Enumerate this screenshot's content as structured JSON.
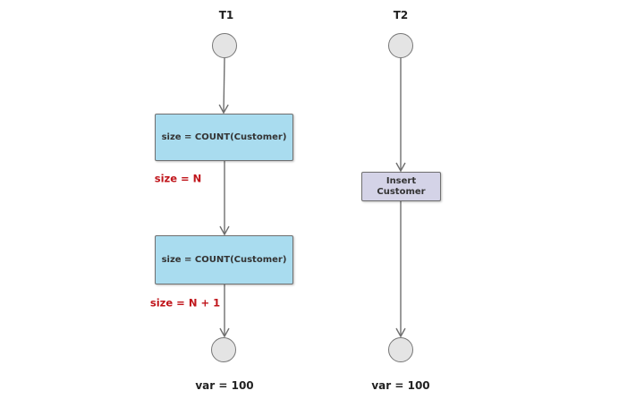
{
  "columns": [
    {
      "title": "T1",
      "footer": "var = 100"
    },
    {
      "title": "T2",
      "footer": "var = 100"
    }
  ],
  "t1": {
    "query1": "size = COUNT(Customer)",
    "note1": "size = N",
    "query2": "size = COUNT(Customer)",
    "note2": "size = N + 1"
  },
  "t2": {
    "insert_line1": "Insert",
    "insert_line2": "Customer"
  },
  "colors": {
    "query_box": "#a9dcef",
    "insert_box": "#d4d3e7",
    "node_fill": "#e4e4e4",
    "note_text": "#c0151b",
    "edge": "#6f6f6f"
  }
}
